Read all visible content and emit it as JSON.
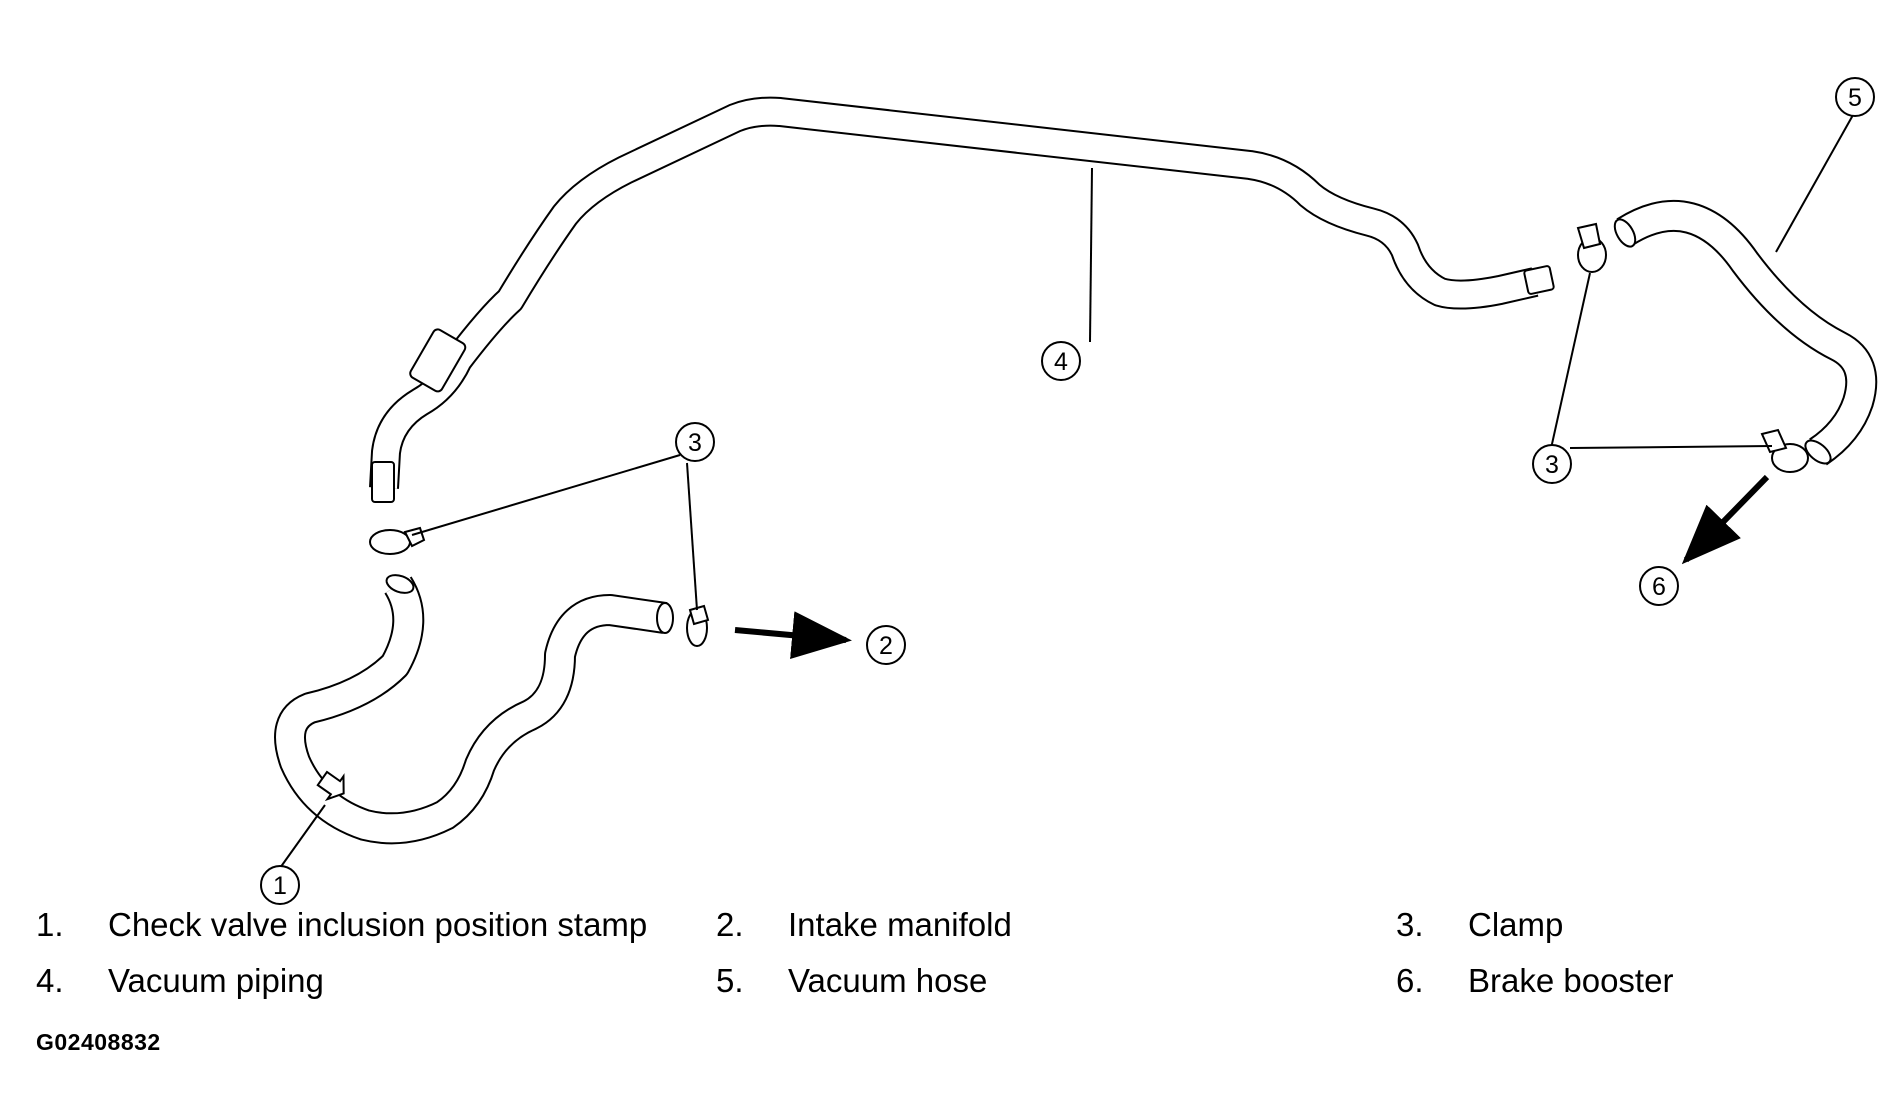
{
  "callouts": {
    "c1": "1",
    "c2": "2",
    "c3a": "3",
    "c3b": "3",
    "c4": "4",
    "c5": "5",
    "c6": "6"
  },
  "legend": [
    {
      "num": "1.",
      "label": "Check valve inclusion position stamp"
    },
    {
      "num": "2.",
      "label": "Intake manifold"
    },
    {
      "num": "3.",
      "label": "Clamp"
    },
    {
      "num": "4.",
      "label": "Vacuum piping"
    },
    {
      "num": "5.",
      "label": "Vacuum hose"
    },
    {
      "num": "6.",
      "label": "Brake booster"
    }
  ],
  "figure_code": "G02408832"
}
